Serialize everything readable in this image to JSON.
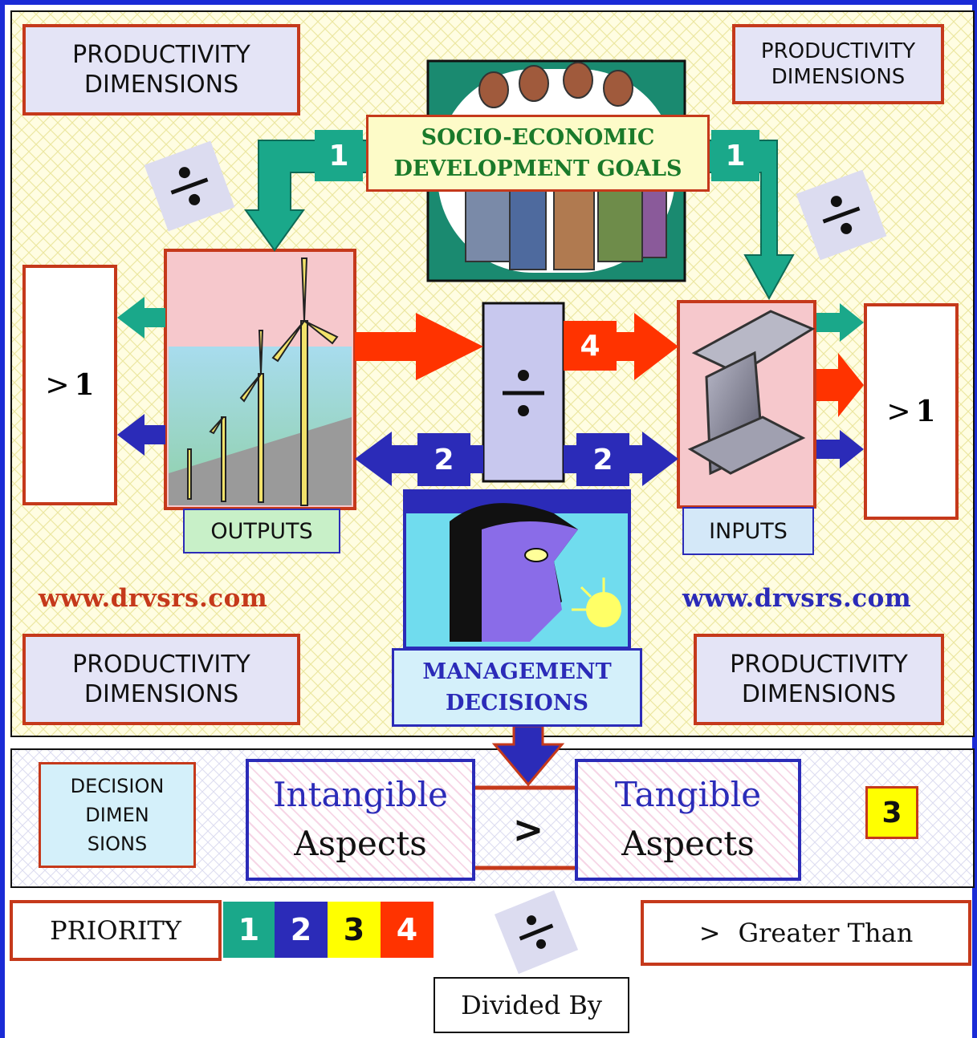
{
  "header": {
    "productivity_dimensions": "PRODUCTIVITY DIMENSIONS"
  },
  "goals": {
    "label_line1": "SOCIO-ECONOMIC",
    "label_line2": "DEVELOPMENT GOALS"
  },
  "outputs_label": "OUTPUTS",
  "inputs_label": "INPUTS",
  "ratio_left": {
    "sign": ">",
    "value": "1"
  },
  "ratio_right": {
    "sign": ">",
    "value": "1"
  },
  "url": "www.drvsrs.com",
  "management": {
    "line1": "MANAGEMENT",
    "line2": "DECISIONS"
  },
  "decision_dimensions": {
    "line1": "DECISION",
    "line2": "DIMEN",
    "line3": "SIONS"
  },
  "aspects": {
    "intangible_line1": "Intangible",
    "intangible_line2": "Aspects",
    "tangible_line1": "Tangible",
    "tangible_line2": "Aspects",
    "comparator": ">"
  },
  "badges": {
    "one": "1",
    "two": "2",
    "three": "3",
    "four": "4"
  },
  "legend": {
    "priority_label": "PRIORITY",
    "priorities": [
      {
        "value": "1",
        "color": "#1aa88a"
      },
      {
        "value": "2",
        "color": "#2b2bb8"
      },
      {
        "value": "3",
        "color": "#ffff00"
      },
      {
        "value": "4",
        "color": "#ff3300"
      }
    ],
    "greater_than_symbol": ">",
    "greater_than_text": "Greater Than",
    "divided_by": "Divided By"
  },
  "colors": {
    "green": "#1aa88a",
    "blue": "#2b2bb8",
    "red": "#ff3300",
    "yellow": "#ffff00",
    "border_red": "#c5391b",
    "frame_blue": "#1a2bd6"
  },
  "icons": [
    "division-sign-icon",
    "people-group-icon",
    "wind-turbines-image",
    "steel-i-beam-icon",
    "thinker-silhouette-icon"
  ]
}
